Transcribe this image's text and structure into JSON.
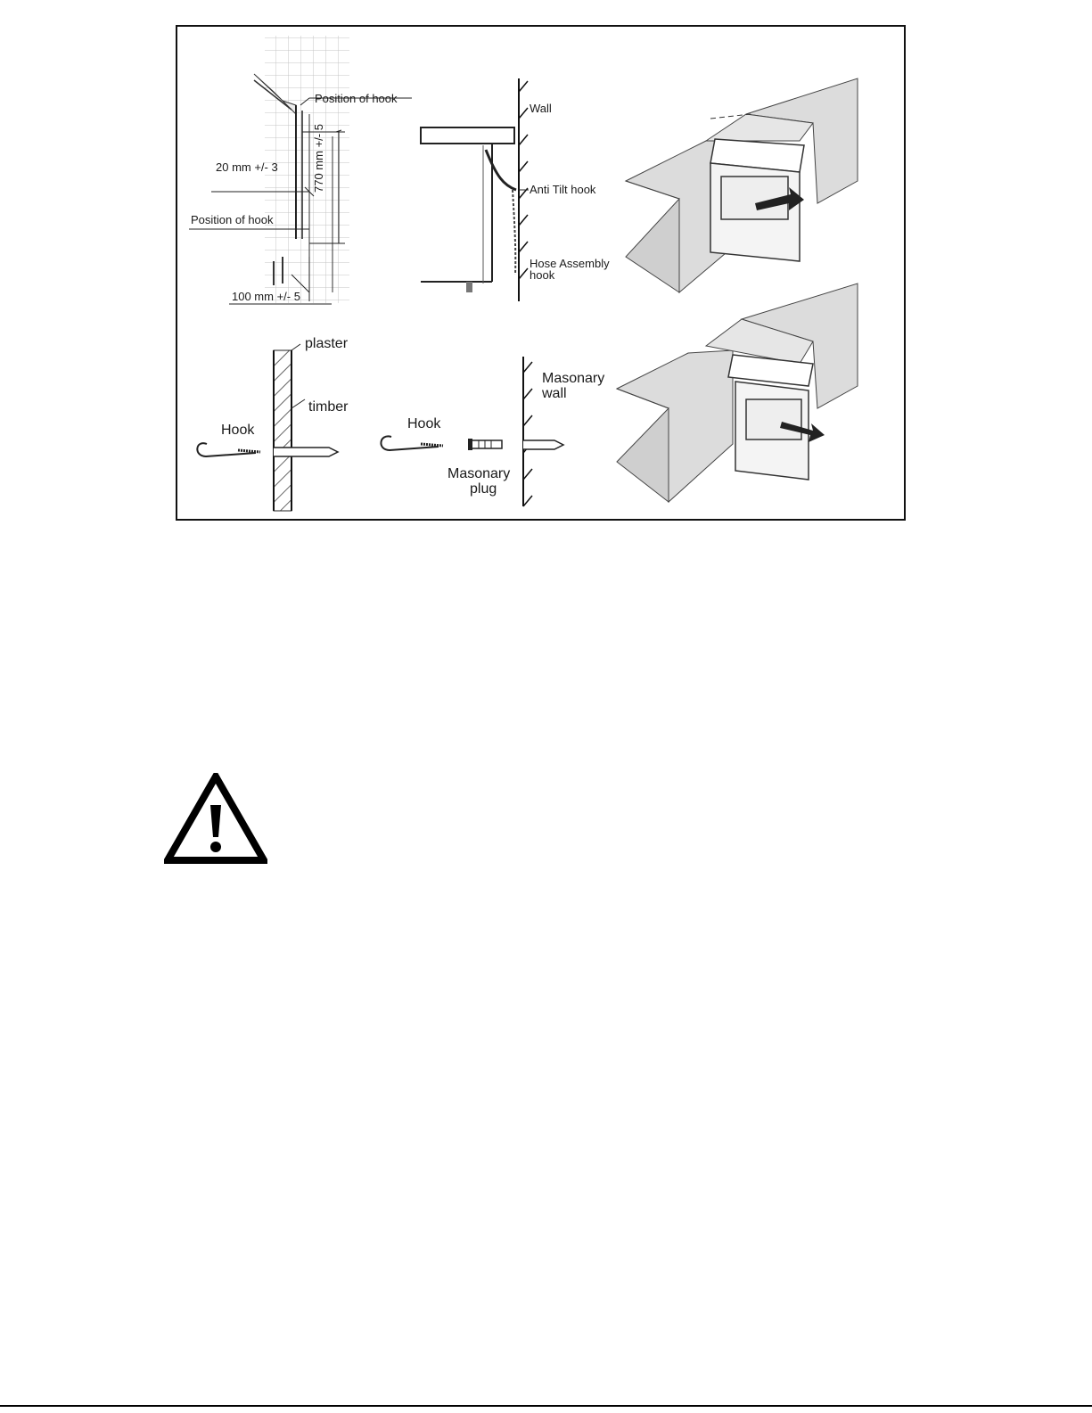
{
  "figure": {
    "labels": {
      "position_of_hook_top": "Position of hook",
      "dim_20": "20 mm +/- 3",
      "position_of_hook_side": "Position of hook",
      "dim_770": "770 mm +/- 5",
      "dim_100": "100 mm +/- 5",
      "wall": "Wall",
      "anti_tilt_hook": "Anti Tilt hook",
      "hose_assembly_1": "Hose Assembly",
      "hose_assembly_2": "hook",
      "plaster": "plaster",
      "timber": "timber",
      "hook_a": "Hook",
      "hook_b": "Hook",
      "masonary_plug_1": "Masonary",
      "masonary_plug_2": "plug",
      "masonary_wall_1": "Masonary",
      "masonary_wall_2": "wall"
    }
  },
  "warning": {
    "icon": "warning-triangle-icon"
  }
}
